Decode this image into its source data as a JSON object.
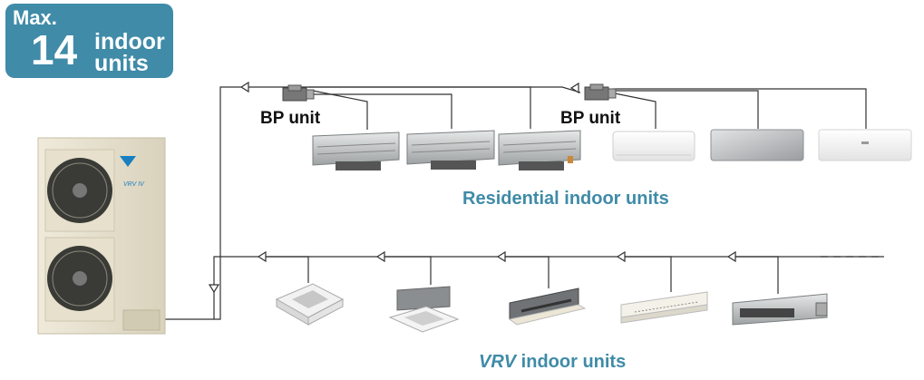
{
  "badge": {
    "max": "Max.",
    "count": "14",
    "line1": "indoor",
    "line2": "units"
  },
  "bp_labels": [
    "BP unit",
    "BP unit"
  ],
  "residential_label": "Residential indoor units",
  "vrv_label": {
    "italic": "VRV",
    "rest": " indoor units"
  },
  "outdoor_logo_text": "VRV IV",
  "colors": {
    "badge": "#3f8ba8",
    "accent": "#3f8ba8",
    "pipe": "#333333"
  }
}
